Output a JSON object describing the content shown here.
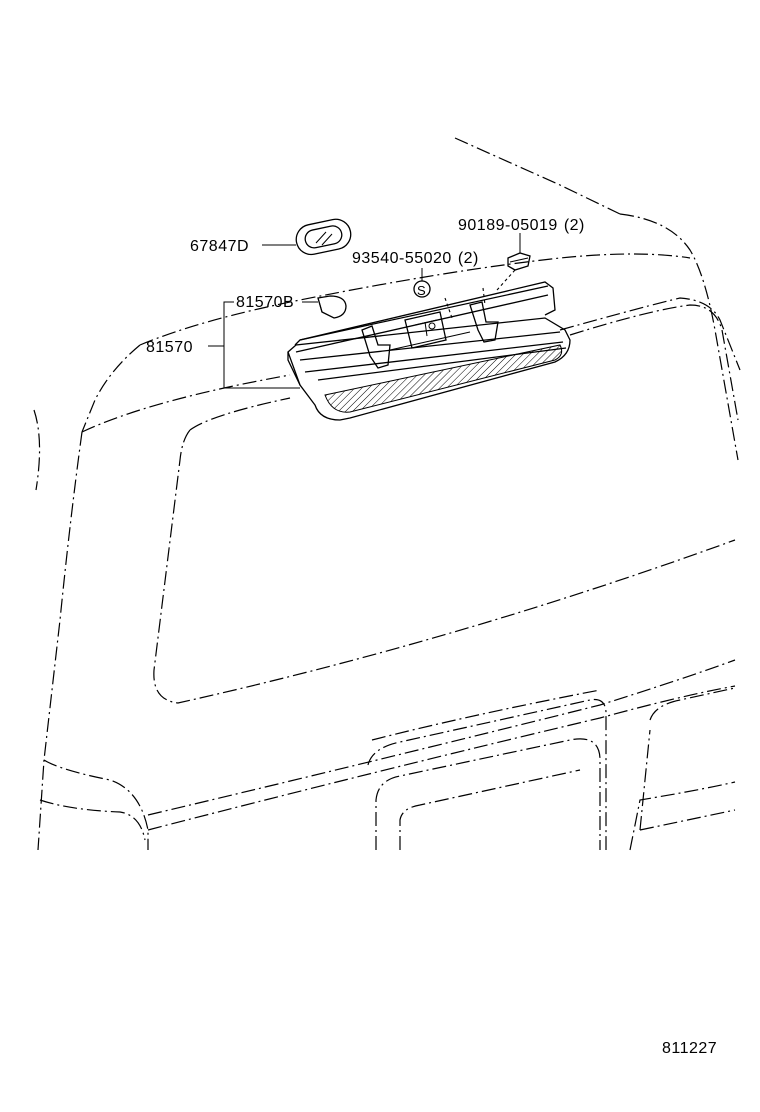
{
  "parts": {
    "grommet": "67847D",
    "bulb": "81570B",
    "lamp_assembly": "81570",
    "screw": "93540-55020",
    "screw_qty": "(2)",
    "clip": "90189-05019",
    "clip_qty": "(2)",
    "screw_symbol": "S"
  },
  "diagram_code": "811227"
}
